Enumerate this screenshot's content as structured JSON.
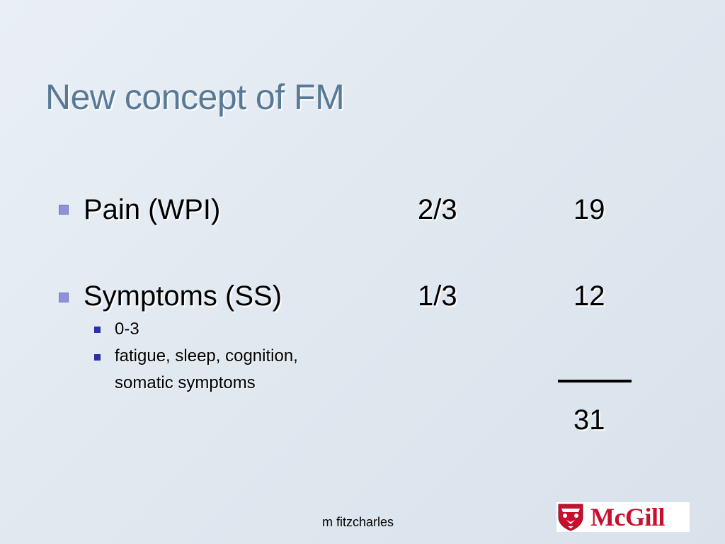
{
  "slide": {
    "title": "New concept of FM",
    "rows": [
      {
        "label": "Pain (WPI)",
        "fraction": "2/3",
        "score": "19"
      },
      {
        "label": "Symptoms (SS)",
        "fraction": "1/3",
        "score": "12"
      }
    ],
    "sub_bullets": [
      "0-3",
      "fatigue, sleep, cognition,",
      "somatic symptoms"
    ],
    "total": "31",
    "footer": "m fitzcharles",
    "logo_text": "McGill"
  },
  "colors": {
    "title": "#587a96",
    "bullet_level1": "#8f92da",
    "bullet_level2": "#2b2fa8",
    "logo_red": "#c8102e"
  }
}
